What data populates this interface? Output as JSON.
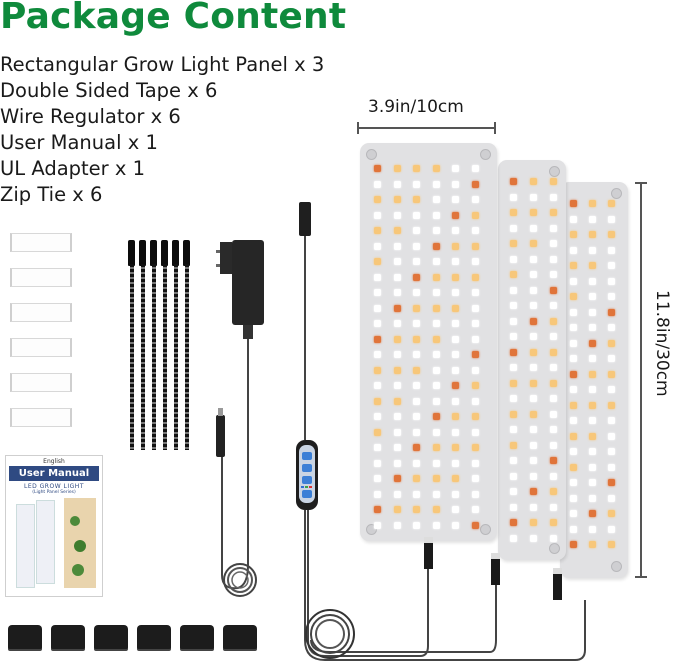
{
  "title": "Package Content",
  "items": [
    "Rectangular Grow Light Panel x 3",
    "Double Sided Tape x 6",
    "Wire Regulator x 6",
    "User Manual x 1",
    "UL Adapter x 1",
    "Zip Tie x 6"
  ],
  "dimensions": {
    "width_label": "3.9in/10cm",
    "height_label": "11.8in/30cm"
  },
  "manual": {
    "language": "English",
    "heading": "User Manual",
    "product": "LED GROW LIGHT",
    "subtitle": "(Light Panel Series)"
  },
  "colors": {
    "title_green": "#0f8a3c",
    "panel_gray": "#e1e1e3",
    "led_white": "#ffffff",
    "led_warm": "#f7c77a",
    "led_red": "#e0743a",
    "manual_header_blue": "#2f4a82",
    "controller_blue": "#3b7fd6"
  }
}
